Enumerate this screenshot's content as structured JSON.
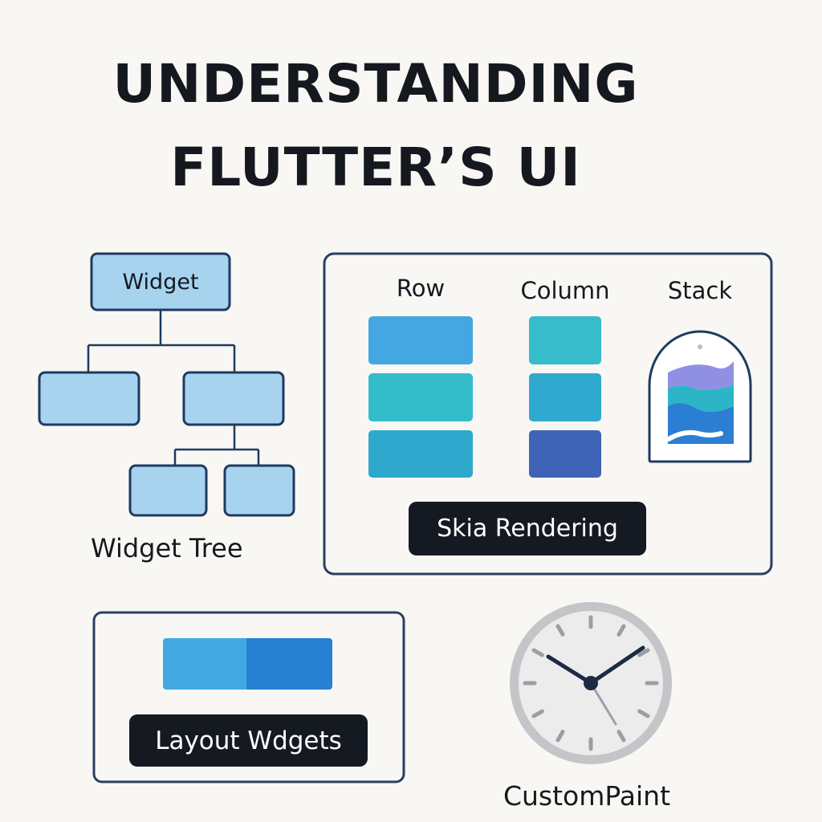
{
  "title": {
    "line1": "UNDERSTANDING",
    "line2": "FLUTTER’S UI"
  },
  "widget_tree": {
    "root_label": "Widget",
    "caption": "Widget Tree"
  },
  "skia_panel": {
    "row_label": "Row",
    "column_label": "Column",
    "stack_label": "Stack",
    "footer_label": "Skia Rendering"
  },
  "layout_panel": {
    "label": "Layout Wdgets"
  },
  "custom_paint": {
    "caption": "CustomPaint",
    "icon": "clock-icon"
  },
  "colors": {
    "tree_node_fill": "#a7d3ee",
    "tree_line": "#1e3a5f",
    "panel_border": "#2a3f63",
    "dark_pill": "#151a22",
    "accent_blue": "#2a86d6"
  }
}
